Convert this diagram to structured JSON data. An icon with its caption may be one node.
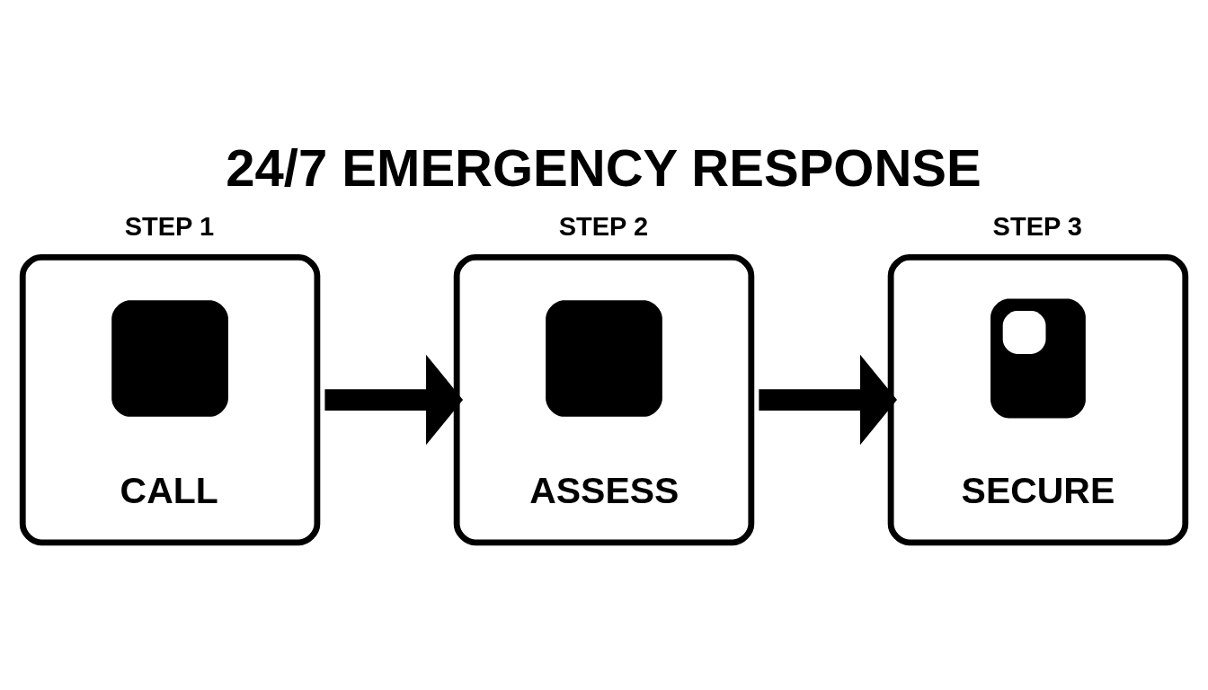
{
  "diagram": {
    "title": "24/7 EMERGENCY RESPONSE",
    "nodes": [
      {
        "text": [
          "STEP 1",
          "CALL"
        ]
      },
      {
        "text": [
          "STEP 2",
          "ASSESS"
        ]
      },
      {
        "text": [
          "STEP 3",
          "SECURE"
        ]
      }
    ],
    "edges": [
      {
        "from": 0,
        "to": 1,
        "arrow": "to"
      },
      {
        "from": 1,
        "to": 2,
        "arrow": "to"
      }
    ]
  }
}
